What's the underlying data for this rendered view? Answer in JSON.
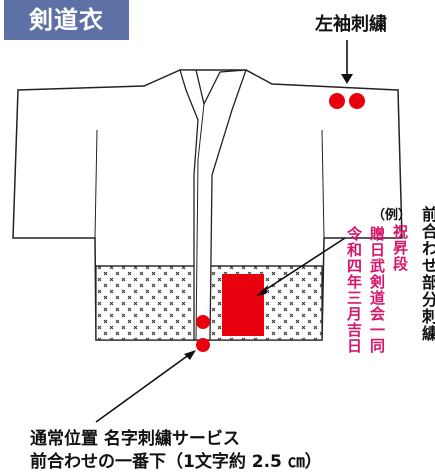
{
  "title": "剣道衣",
  "sleeve_label": "左袖刺繍",
  "example": {
    "tag": "（例）",
    "lines": [
      "祝昇段",
      "贈日武剣道会一同",
      "令和四年三月吉日"
    ]
  },
  "side_note": [
    "前",
    "合",
    "わ",
    "せ",
    "部",
    "分",
    "刺",
    "繍"
  ],
  "bottom_note": {
    "line1": "通常位置 名字刺繍サービス",
    "line2": "前合わせの一番下（1文字約 2.5 ㎝）"
  },
  "colors": {
    "badge": "#5d71a6",
    "embroidery": "#e8000f",
    "pink_text": "#d6156b"
  }
}
